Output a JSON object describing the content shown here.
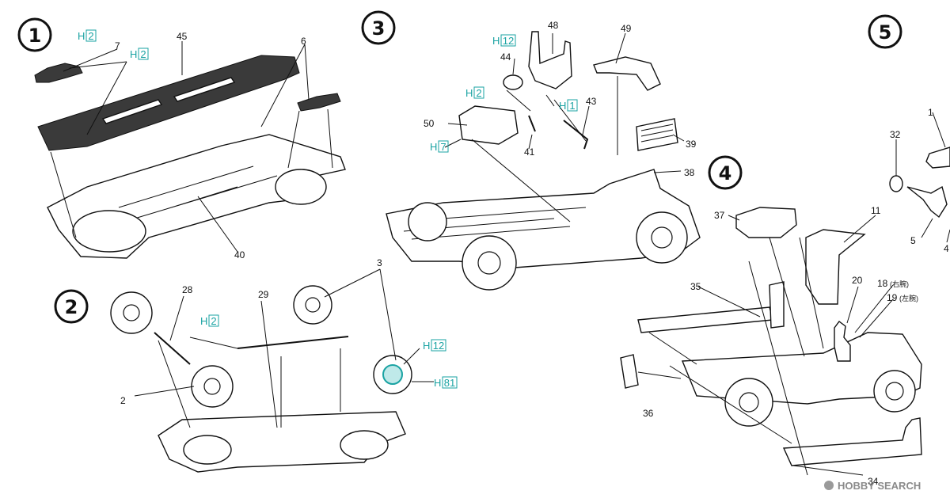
{
  "steps": [
    {
      "number": "1"
    },
    {
      "number": "2"
    },
    {
      "number": "3"
    },
    {
      "number": "4"
    },
    {
      "number": "5"
    }
  ],
  "part_numbers": {
    "p1": "1",
    "p2": "2",
    "p3": "3",
    "p5": "5",
    "p6": "6",
    "p7": "7",
    "p11": "11",
    "p18": "18",
    "p19": "19",
    "p20": "20",
    "p28": "28",
    "p29": "29",
    "p32": "32",
    "p34": "34",
    "p35": "35",
    "p36": "36",
    "p37": "37",
    "p38": "38",
    "p39": "39",
    "p40": "40",
    "p41": "41",
    "p43": "43",
    "p44": "44",
    "p45": "45",
    "p48": "48",
    "p49": "49",
    "p50": "50",
    "p4edge": "4"
  },
  "annotations": {
    "right_arm": "(右腕)",
    "left_arm": "(左腕)"
  },
  "sprue_codes": {
    "h_letter": "H",
    "s1a": "2",
    "s1b": "2",
    "s2": "2",
    "s2b": "12",
    "s2c": "81",
    "s3a": "12",
    "s3b": "2",
    "s3c": "1",
    "s3d": "7"
  },
  "watermark": {
    "text": "HOBBY SEARCH"
  },
  "colors": {
    "sprue_accent": "#1aa3a3",
    "line": "#111111",
    "dark_part": "#3a3a3a"
  }
}
